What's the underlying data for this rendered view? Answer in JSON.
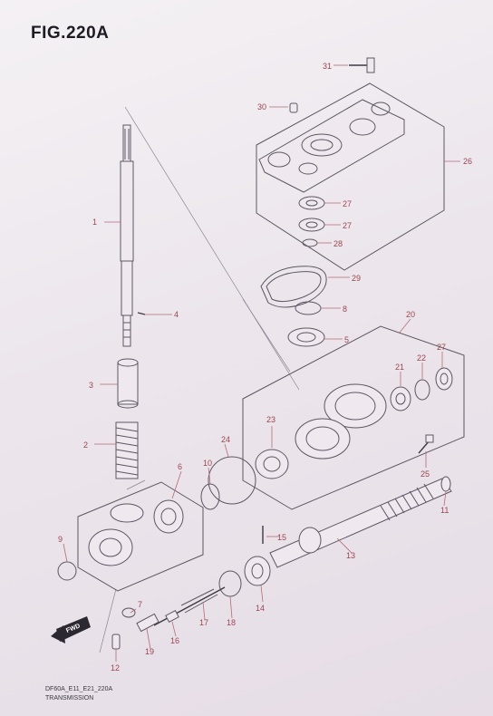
{
  "figure": {
    "title": "FIG.220A",
    "code": "DF60A_E11_E21_220A",
    "subtitle": "TRANSMISSION"
  },
  "arrow": {
    "label": "FWD"
  },
  "callouts": [
    "31",
    "30",
    "26",
    "27",
    "27",
    "28",
    "29",
    "8",
    "5",
    "1",
    "4",
    "3",
    "2",
    "21",
    "22",
    "27",
    "20",
    "23",
    "24",
    "10",
    "6",
    "25",
    "11",
    "13",
    "15",
    "14",
    "18",
    "17",
    "16",
    "19",
    "7",
    "12",
    "9"
  ]
}
